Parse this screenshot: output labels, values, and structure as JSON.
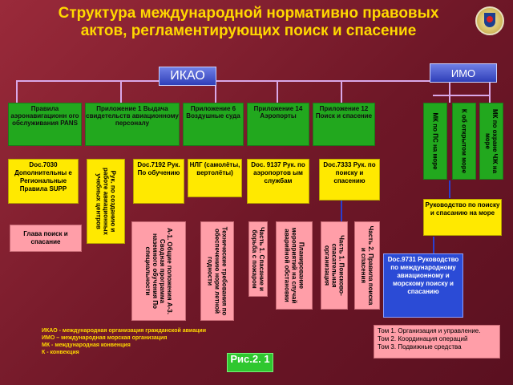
{
  "title_line1": "Структура международной нормативно правовых",
  "title_line2": "актов, регламентирующих поиск и спасение",
  "org": {
    "icao": "ИКАО",
    "imo": "ИМО"
  },
  "annexes": [
    "Правила аэронавигационн ого обслуживания PANS",
    "Приложение 1 Выдача свидетельств авиационному персоналу",
    "Приложение 6 Воздушные суда",
    "Приложение 14 Аэропорты",
    "Приложение 12 Поиск и спасение"
  ],
  "imo_conventions": [
    "МК по ПС на море",
    "К об открытом море",
    "МК по охране ЧЖ на море"
  ],
  "docs": {
    "doc7030": "Doc.7030 Дополнительны е Региональные Правила SUPP",
    "manual": "Рук. по созданию и работе авиационных учебных центров",
    "doc7192": "Doc.7192 Рук. По обучению",
    "nlg": "НЛГ (самолёты, вертолёты)",
    "doc9137": "Doc. 9137 Рук. по аэропортов ым службам",
    "doc7333": "Doc.7333 Рук. по поиску и спасению",
    "sea_manual": "Руководство по поиску и спасанию на море"
  },
  "parts": {
    "glava": "Глава поиск и спасание",
    "a1": "А-1. Общие положения А-3. Сводная программа наземного обучения По специальности",
    "nlg_req": "Технические требования по обеспечению норм летной годности",
    "part1_rescue": "Часть 1. Спасание и борьба с пожаром",
    "plan": "Планирование мероприятий на случай аварийной обстановки",
    "part1_search": "Часть 1. Поисково-спасательная организация",
    "part2_search": "Часть 2. Правила поиска и спасения"
  },
  "doc9731": "Doc.9731 Руководство по международному авиационному и морскому поиску и спасанию",
  "volumes": [
    "Том 1. Организация и управление.",
    "Том 2. Координация операций",
    "Том 3. Подвижные средства"
  ],
  "legend": [
    "ИКАО - международная организация гражданской авиации",
    "ИМО – международная морская организация",
    "МК - международная конвенция",
    "К - конвекция"
  ],
  "figure_label": "Рис.2. 1"
}
